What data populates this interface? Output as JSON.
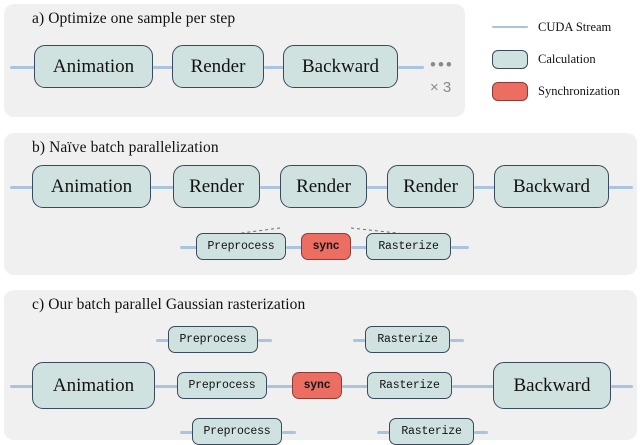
{
  "figure": {
    "legend": {
      "items": [
        {
          "label": "CUDA Stream",
          "swatch": "line",
          "color": "#a8c4de"
        },
        {
          "label": "Calculation",
          "swatch": "box",
          "color": "#cfe2e0"
        },
        {
          "label": "Synchronization",
          "swatch": "box",
          "color": "#ec6e63"
        }
      ]
    },
    "panels": [
      {
        "id": "a",
        "title": "a) Optimize one sample per step",
        "boxes": [
          {
            "label": "Animation",
            "kind": "calculation"
          },
          {
            "label": "Render",
            "kind": "calculation"
          },
          {
            "label": "Backward",
            "kind": "calculation"
          }
        ],
        "repeat_dots": "•••",
        "repeat_label": "× 3"
      },
      {
        "id": "b",
        "title": "b) Naïve batch parallelization",
        "boxes": [
          {
            "label": "Animation",
            "kind": "calculation"
          },
          {
            "label": "Render",
            "kind": "calculation"
          },
          {
            "label": "Render",
            "kind": "calculation"
          },
          {
            "label": "Render",
            "kind": "calculation"
          },
          {
            "label": "Backward",
            "kind": "calculation"
          }
        ],
        "detail_boxes": [
          {
            "label": "Preprocess",
            "kind": "calculation"
          },
          {
            "label": "sync",
            "kind": "synchronization"
          },
          {
            "label": "Rasterize",
            "kind": "calculation"
          }
        ]
      },
      {
        "id": "c",
        "title": "c) Our batch parallel Gaussian rasterization",
        "top_row": [
          {
            "label": "Preprocess",
            "kind": "calculation"
          },
          {
            "label": "Rasterize",
            "kind": "calculation"
          }
        ],
        "middle_row": [
          {
            "label": "Animation",
            "kind": "calculation"
          },
          {
            "label": "Preprocess",
            "kind": "calculation"
          },
          {
            "label": "sync",
            "kind": "synchronization"
          },
          {
            "label": "Rasterize",
            "kind": "calculation"
          },
          {
            "label": "Backward",
            "kind": "calculation"
          }
        ],
        "bottom_row": [
          {
            "label": "Preprocess",
            "kind": "calculation"
          },
          {
            "label": "Rasterize",
            "kind": "calculation"
          }
        ]
      }
    ]
  }
}
